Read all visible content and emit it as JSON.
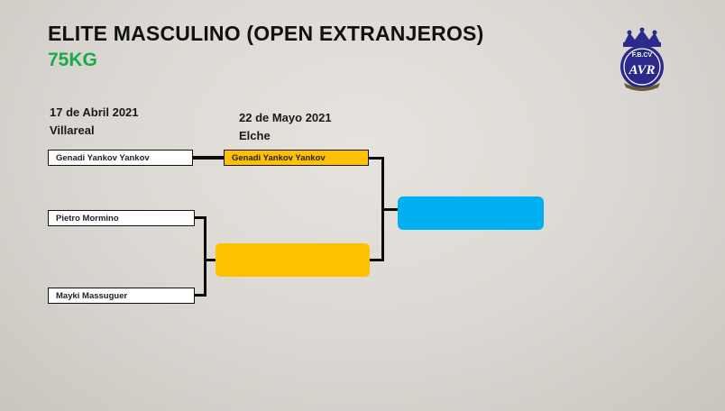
{
  "header": {
    "title": "ELITE MASCULINO (OPEN EXTRANJEROS)",
    "weight_class": "75KG",
    "title_color": "#111111",
    "weight_color": "#1aaa4b"
  },
  "logo": {
    "icon": "fbcv-crest-icon",
    "text_top": "F.B.CV",
    "text_main": "AVR",
    "color": "#2b2a8c"
  },
  "rounds": [
    {
      "date": "17 de Abril 2021",
      "location": "Villareal",
      "slots": [
        {
          "name": "Genadi Yankov Yankov",
          "color": "#ffffff"
        },
        {
          "name": "Pietro Mormino",
          "color": "#ffffff"
        },
        {
          "name": "Mayki  Massuguer",
          "color": "#ffffff"
        }
      ]
    },
    {
      "date": "22 de Mayo 2021",
      "location": "Elche",
      "slots": [
        {
          "name": "Genadi Yankov Yankov",
          "color": "#ffc000"
        },
        {
          "name": "",
          "color": "#ffc000"
        }
      ]
    },
    {
      "slots": [
        {
          "name": "",
          "color": "#00b0f0"
        }
      ]
    }
  ]
}
